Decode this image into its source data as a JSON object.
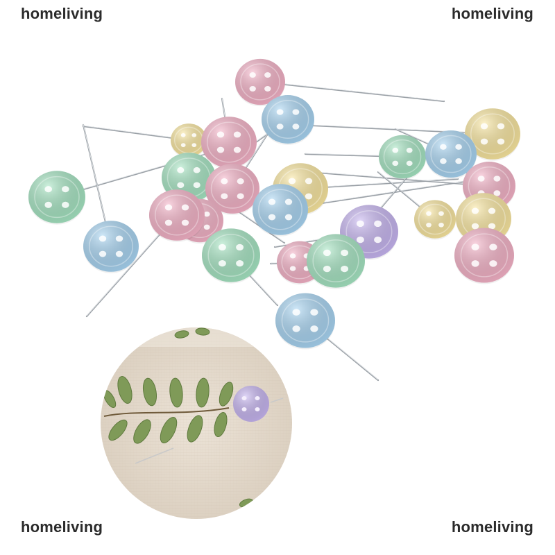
{
  "watermarks": {
    "top_left": "homeliving",
    "top_right": "homeliving",
    "bottom_left": "homeliving",
    "bottom_right": "homeliving"
  },
  "colors": {
    "pink": "#f6b3c8",
    "blue": "#a9d6f4",
    "green": "#a6e6c3",
    "yellow": "#fbe8a0",
    "purple": "#c8b6f2",
    "fabric": "#e6dccf",
    "leaf": "#7f9a58"
  }
}
